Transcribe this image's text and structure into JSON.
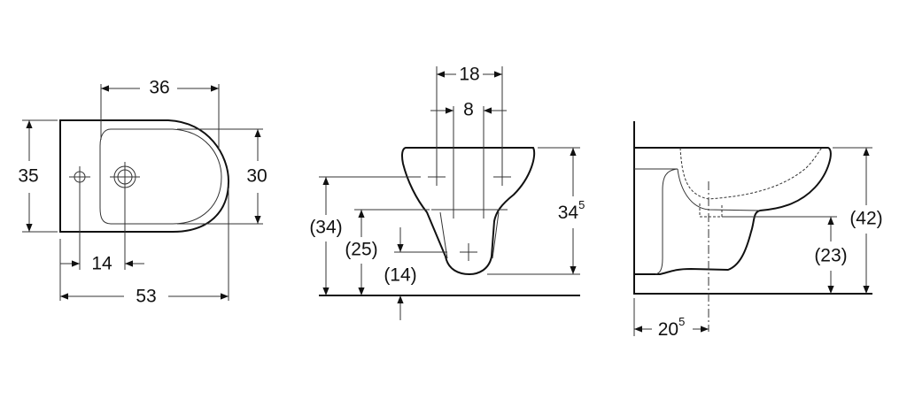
{
  "top_view": {
    "width_outer": "53",
    "bowl_length": "36",
    "depth": "35",
    "bowl_width": "30",
    "hole_spacing": "14"
  },
  "front_view": {
    "outer_fixing_spacing": "18",
    "inner_fixing_spacing": "8",
    "height_main": "34",
    "height_main_sup": "5",
    "height_upper_fixing": "(34)",
    "height_lower_fixing": "(25)",
    "height_drain": "(14)"
  },
  "side_view": {
    "rim_height": "(42)",
    "outlet_height": "(23)",
    "outlet_offset": "20",
    "outlet_offset_sup": "5"
  }
}
